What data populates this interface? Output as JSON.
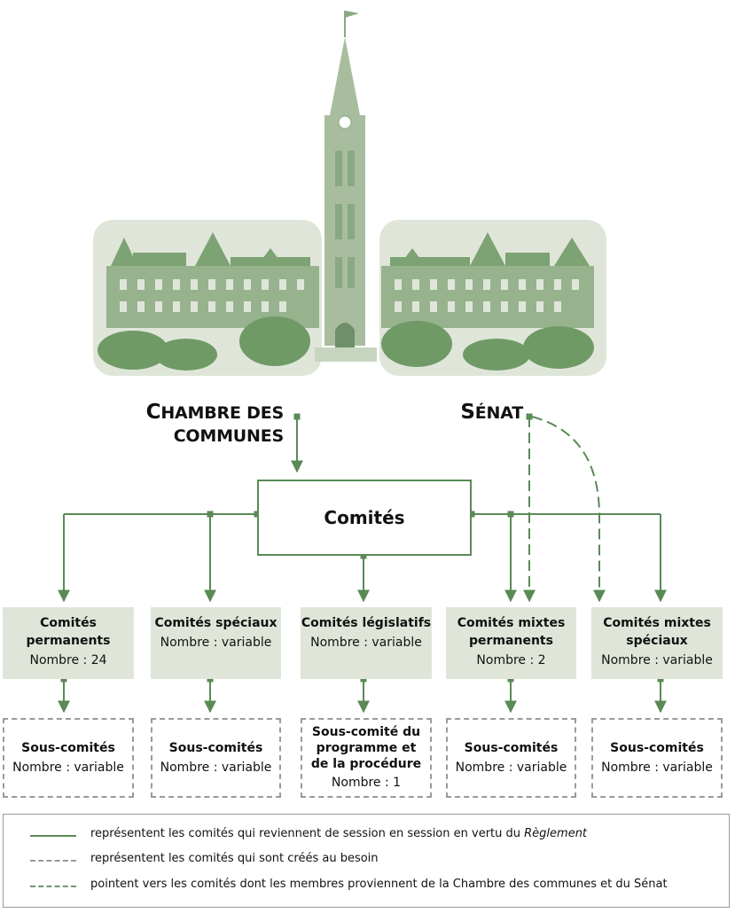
{
  "houses": {
    "commons_line1": "Chambre des",
    "commons_line2": "communes",
    "senate": "Sénat"
  },
  "committees_title": "Comités",
  "categories": [
    {
      "title": "Comités permanents",
      "count": "Nombre : 24",
      "style": "solid"
    },
    {
      "title": "Comités spéciaux",
      "count": "Nombre : variable",
      "style": "dashed"
    },
    {
      "title": "Comités législatifs",
      "count": "Nombre : variable",
      "style": "dashed"
    },
    {
      "title": "Comités mixtes permanents",
      "count": "Nombre : 2",
      "style": "solid"
    },
    {
      "title": "Comités mixtes spéciaux",
      "count": "Nombre : variable",
      "style": "dashed"
    }
  ],
  "subcommittees": [
    {
      "title": "Sous-comités",
      "count": "Nombre : variable"
    },
    {
      "title": "Sous-comités",
      "count": "Nombre : variable"
    },
    {
      "title": "Sous-comité du programme et de la procédure",
      "count": "Nombre : 1"
    },
    {
      "title": "Sous-comités",
      "count": "Nombre : variable"
    },
    {
      "title": "Sous-comités",
      "count": "Nombre : variable"
    }
  ],
  "legend": {
    "solid_prefix": "représentent les comités qui reviennent de session en session en vertu du ",
    "solid_italic": "Règlement",
    "dotted": "représentent les comités qui sont créés au besoin",
    "dashed": "pointent vers les comités dont les membres proviennent de la Chambre des communes et du Sénat"
  },
  "colors": {
    "green": "#5a8a55",
    "box_fill": "#dfe6d9",
    "grey_dash": "#9a9a9a",
    "illustration": "#7da273"
  }
}
